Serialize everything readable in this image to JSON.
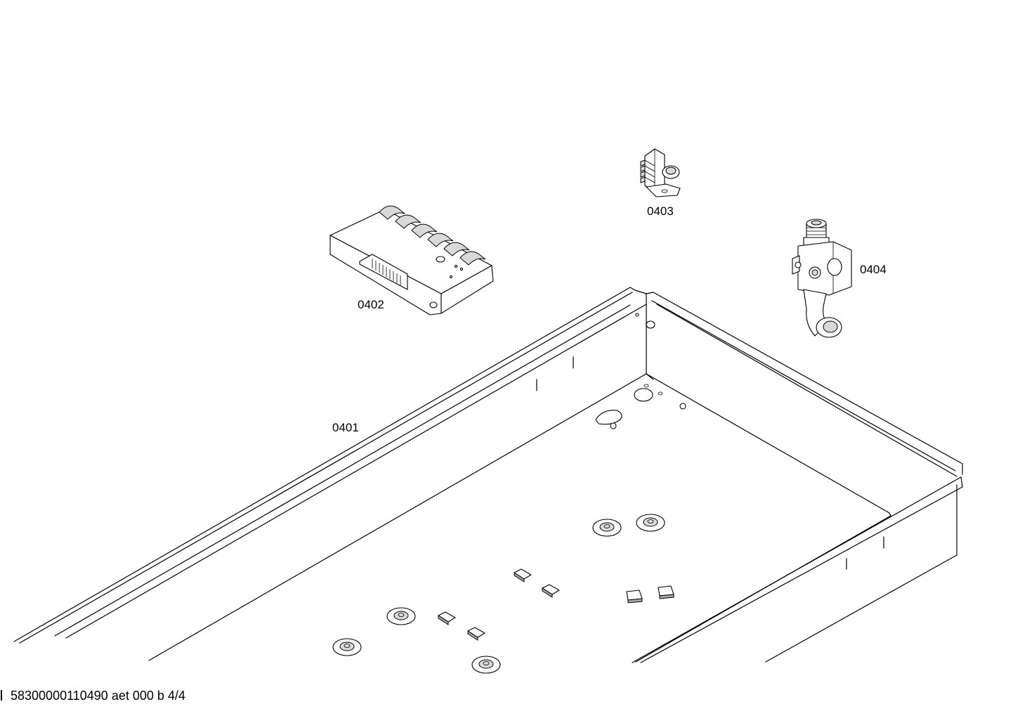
{
  "diagram": {
    "parts": [
      {
        "id": "part-0401",
        "label": "0401"
      },
      {
        "id": "part-0402",
        "label": "0402"
      },
      {
        "id": "part-0403",
        "label": "0403"
      },
      {
        "id": "part-0404",
        "label": "0404"
      }
    ],
    "footer": "58300000110490 aet 000 b 4/4"
  }
}
